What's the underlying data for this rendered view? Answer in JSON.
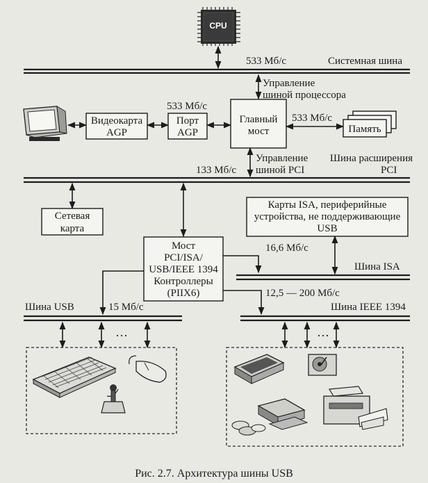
{
  "cpu": {
    "label": "CPU"
  },
  "buses": {
    "system": "Системная шина",
    "pci_expansion_1": "Шина расширения",
    "pci_expansion_2": "PCI",
    "isa": "Шина ISA",
    "usb": "Шина USB",
    "ieee1394": "Шина IEEE 1394"
  },
  "speeds": {
    "system": "533 Мб/с",
    "agp": "533 Мб/с",
    "memory": "533 Мб/с",
    "pci": "133 Мб/с",
    "isa": "16,6 Мб/с",
    "usb": "15 Мб/с",
    "ieee1394": "12,5 — 200 Мб/с"
  },
  "control": {
    "cpu_bus_1": "Управление",
    "cpu_bus_2": "шиной процессора",
    "pci_bus_1": "Управление",
    "pci_bus_2": "шиной PCI"
  },
  "blocks": {
    "video_1": "Видеокарта",
    "video_2": "AGP",
    "agp_port_1": "Порт",
    "agp_port_2": "AGP",
    "north_1": "Главный",
    "north_2": "мост",
    "memory": "Память",
    "network_1": "Сетевая",
    "network_2": "карта",
    "isa_cards_1": "Карты ISA, периферийные",
    "isa_cards_2": "устройства, не поддерживающие",
    "isa_cards_3": "USB",
    "south_1": "Мост",
    "south_2": "PCI/ISA/",
    "south_3": "USB/IEEE 1394",
    "south_4": "Контроллеры",
    "south_5": "(PIIX6)"
  },
  "ellipsis": "…",
  "caption": "Рис. 2.7. Архитектура шины USB",
  "icons": [
    "cpu-chip-icon",
    "monitor-icon",
    "keyboard-icon",
    "mouse-icon",
    "joystick-icon",
    "scanner-icon",
    "hard-disk-icon",
    "cd-drive-icon",
    "printer-icon"
  ]
}
